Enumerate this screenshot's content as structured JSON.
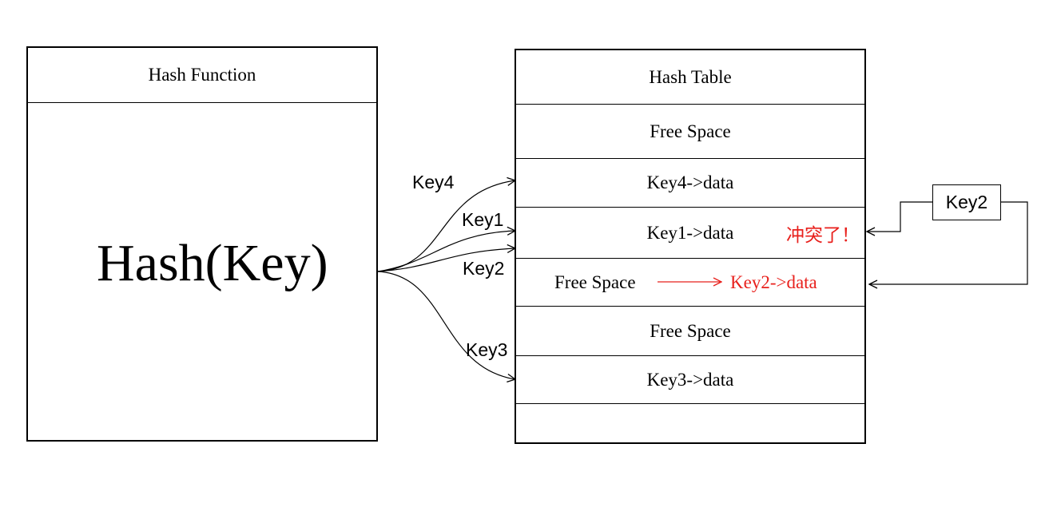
{
  "hash_function": {
    "title": "Hash Function",
    "expression": "Hash(Key)"
  },
  "hash_table": {
    "title": "Hash Table",
    "rows": {
      "r1": "Free Space",
      "r2": "Key4->data",
      "r3": "Key1->data",
      "r4_left": "Free Space",
      "r4_right": "Key2->data",
      "r5": "Free Space",
      "r6": "Key3->data",
      "r7": ""
    },
    "conflict_note": "冲突了！"
  },
  "arrow_labels": {
    "key4": "Key4",
    "key1": "Key1",
    "key2": "Key2",
    "key3": "Key3"
  },
  "external_key": "Key2",
  "colors": {
    "stroke": "#000000",
    "highlight": "#e8201c"
  }
}
